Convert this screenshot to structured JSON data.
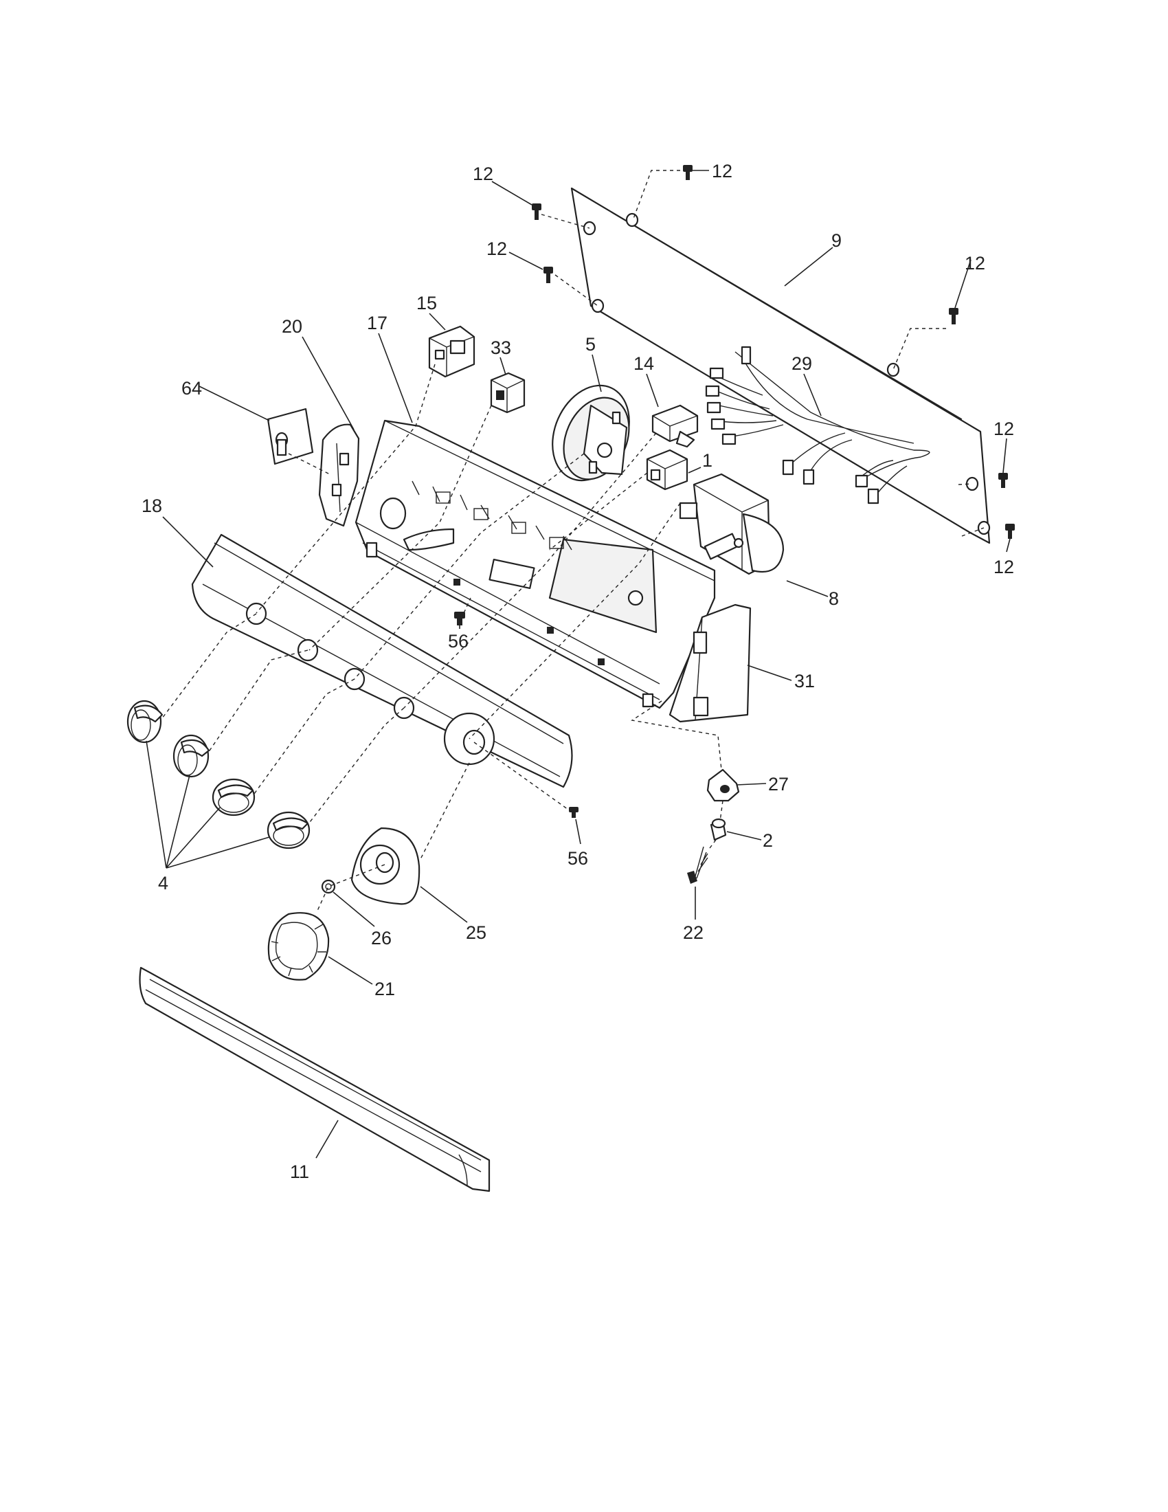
{
  "diagram": {
    "callouts": [
      {
        "id": "c12a",
        "text": "12"
      },
      {
        "id": "c12b",
        "text": "12"
      },
      {
        "id": "c12c",
        "text": "12"
      },
      {
        "id": "c12d",
        "text": "12"
      },
      {
        "id": "c12e",
        "text": "12"
      },
      {
        "id": "c12f",
        "text": "12"
      },
      {
        "id": "c9",
        "text": "9"
      },
      {
        "id": "c15",
        "text": "15"
      },
      {
        "id": "c33",
        "text": "33"
      },
      {
        "id": "c5",
        "text": "5"
      },
      {
        "id": "c14",
        "text": "14"
      },
      {
        "id": "c29",
        "text": "29"
      },
      {
        "id": "c20",
        "text": "20"
      },
      {
        "id": "c17",
        "text": "17"
      },
      {
        "id": "c64",
        "text": "64"
      },
      {
        "id": "c1",
        "text": "1"
      },
      {
        "id": "c18",
        "text": "18"
      },
      {
        "id": "c8",
        "text": "8"
      },
      {
        "id": "c56a",
        "text": "56"
      },
      {
        "id": "c31",
        "text": "31"
      },
      {
        "id": "c27",
        "text": "27"
      },
      {
        "id": "c2",
        "text": "2"
      },
      {
        "id": "c56b",
        "text": "56"
      },
      {
        "id": "c4",
        "text": "4"
      },
      {
        "id": "c22",
        "text": "22"
      },
      {
        "id": "c26",
        "text": "26"
      },
      {
        "id": "c25",
        "text": "25"
      },
      {
        "id": "c21",
        "text": "21"
      },
      {
        "id": "c11",
        "text": "11"
      }
    ]
  }
}
